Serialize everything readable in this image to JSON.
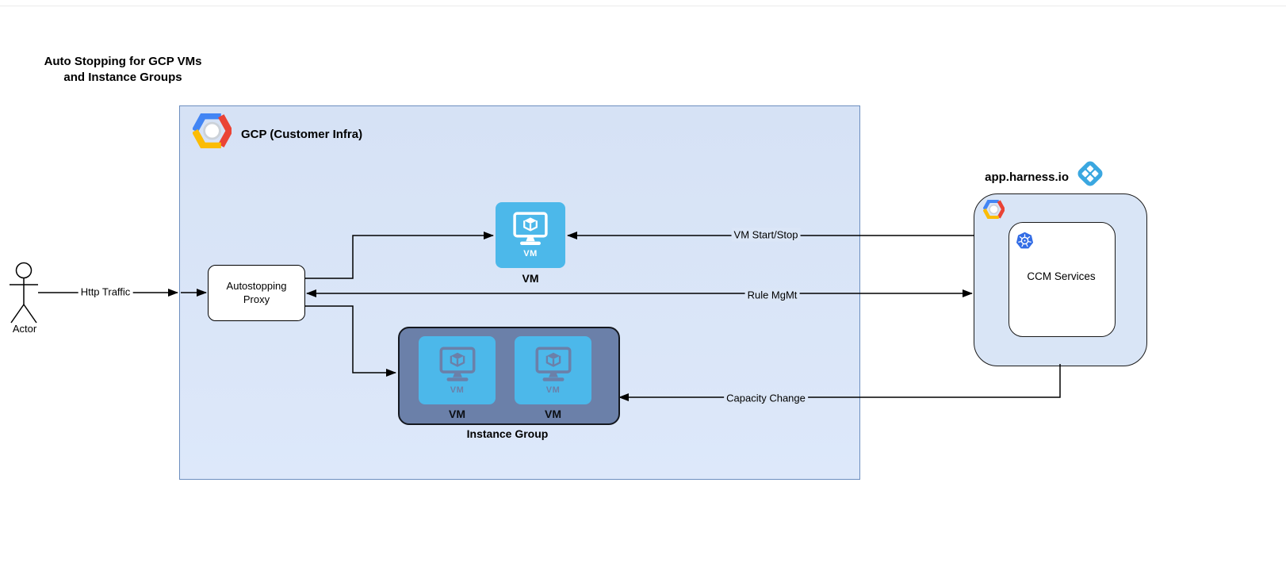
{
  "title": "Auto Stopping for GCP VMs\nand Instance Groups",
  "actor": {
    "label": "Actor"
  },
  "gcp": {
    "label": "GCP (Customer Infra)",
    "proxy_label": "Autostopping Proxy",
    "vm": {
      "badge": "VM",
      "label": "VM"
    },
    "instance_group": {
      "label": "Instance Group",
      "members": [
        {
          "badge": "VM",
          "label": "VM"
        },
        {
          "badge": "VM",
          "label": "VM"
        }
      ]
    }
  },
  "harness": {
    "label": "app.harness.io",
    "ccm_label": "CCM Services"
  },
  "edges": {
    "http_traffic": "Http Traffic",
    "vm_start_stop": "VM Start/Stop",
    "rule_mgmt": "Rule MgMt",
    "capacity_change": "Capacity Change"
  },
  "icons": {
    "gcp_logo": "gcp-hexagon-logo",
    "harness_logo": "harness-diamond-logo",
    "kubernetes_logo": "kubernetes-wheel-logo",
    "vm_icon": "vm-monitor-icon",
    "actor_icon": "stick-figure-actor"
  },
  "colors": {
    "gcp_container_fill": "#dbe6f7",
    "gcp_container_stroke": "#6c8ebf",
    "vm_blue": "#4cb8ea",
    "instance_group_fill": "#6b80a9",
    "kubernetes_blue": "#326ce5",
    "harness_blue": "#3aa7e0",
    "gcp_logo_blue": "#4285f4",
    "gcp_logo_red": "#ea4335",
    "gcp_logo_yellow": "#fbbc05",
    "connector": "#000000"
  }
}
